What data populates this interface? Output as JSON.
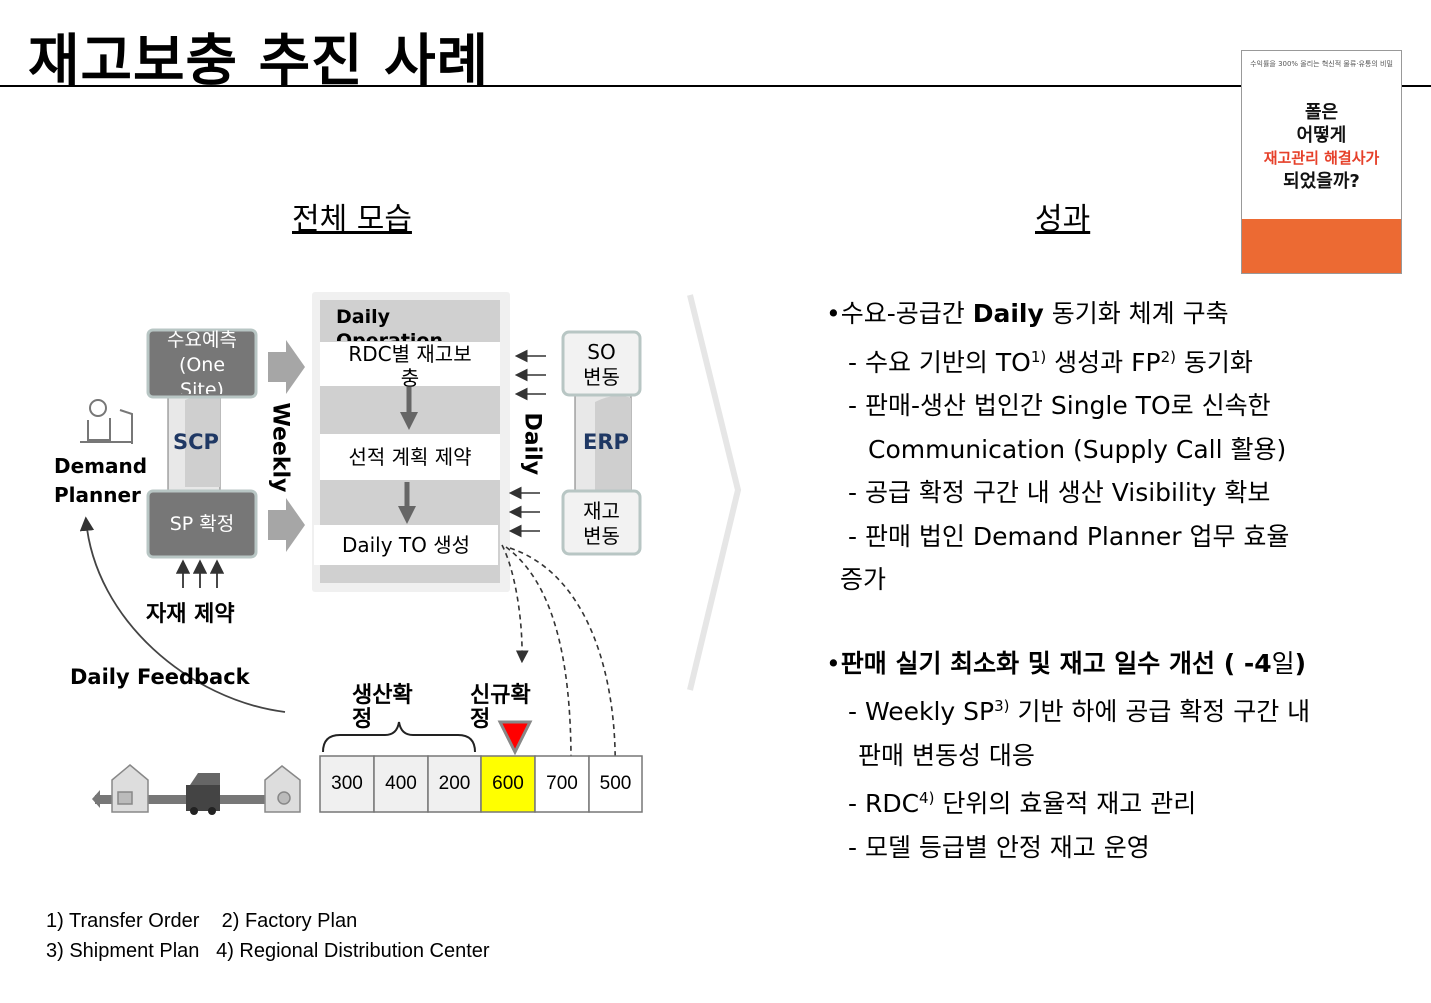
{
  "title": "재고보충 추진 사례",
  "overview_heading": "전체 모습",
  "results_heading": "성과",
  "book": {
    "tagline": "수익률을 300% 올리는 혁신적 물류·유통의 비밀",
    "title_lines": [
      "폴은",
      "어떻게",
      "재고관리 해결사가",
      "되었을까?"
    ]
  },
  "diagram": {
    "demand_planner": [
      "Demand",
      "Planner"
    ],
    "scp": "SCP",
    "forecast_box": [
      "수요예측",
      "(One",
      "Site)"
    ],
    "sp_box": "SP 확정",
    "material_constraint": "자재 제약",
    "weekly": "Weekly",
    "daily_vertical": "Daily",
    "daily_operation": [
      "Daily",
      "Operation"
    ],
    "rdc_box": [
      "RDC별 재고보",
      "충"
    ],
    "shipping_box": "선적 계획 제약",
    "daily_to_box": "Daily TO 생성",
    "so_box": [
      "SO",
      "변동"
    ],
    "erp": "ERP",
    "inventory_box": [
      "재고",
      "변동"
    ],
    "daily_feedback": "Daily Feedback",
    "production_confirmed": [
      "생산확",
      "정"
    ],
    "new_confirmed": [
      "신규확",
      "정"
    ],
    "cells": [
      "300",
      "400",
      "200",
      "600",
      "700",
      "500"
    ],
    "highlight_color": "#ffff00",
    "marker_color": "#ff0000"
  },
  "results": {
    "bullet1": {
      "pre": "수요-공급간 ",
      "bold": "Daily",
      "post": " 동기화 체계 구축"
    },
    "b1_lines": [
      {
        "text": "- 수요 기반의 TO",
        "sup": "1)",
        "rest": " 생성과 FP"
      },
      {
        "sup2": "2)",
        "rest2": " 동기화"
      }
    ],
    "line_b1_2": "- 판매-생산 법인간 Single TO로 신속한",
    "line_b1_3": "Communication (Supply Call 활용)",
    "line_b1_4": "- 공급 확정 구간 내 생산 Visibility 확보",
    "line_b1_5": "- 판매 법인 Demand Planner 업무 효율",
    "line_b1_6": "증가",
    "bullet2": {
      "pre": "판매 실기 최소화 및 재고 일수 개선 ",
      "bold": "( -4",
      "post": "일",
      "close": ")"
    },
    "line_b2_1a": "- Weekly SP",
    "line_b2_1sup": "3)",
    "line_b2_1b": " 기반 하에 공급 확정 구간 내",
    "line_b2_2": "판매 변동성 대응",
    "line_b2_3a": "- RDC",
    "line_b2_3sup": "4)",
    "line_b2_3b": " 단위의 효율적 재고 관리",
    "line_b2_4": "- 모델 등급별 안정 재고 운영"
  },
  "footnotes": {
    "line1": "1) Transfer Order    2) Factory Plan",
    "line2": "3) Shipment Plan   4) Regional Distribution Center"
  }
}
